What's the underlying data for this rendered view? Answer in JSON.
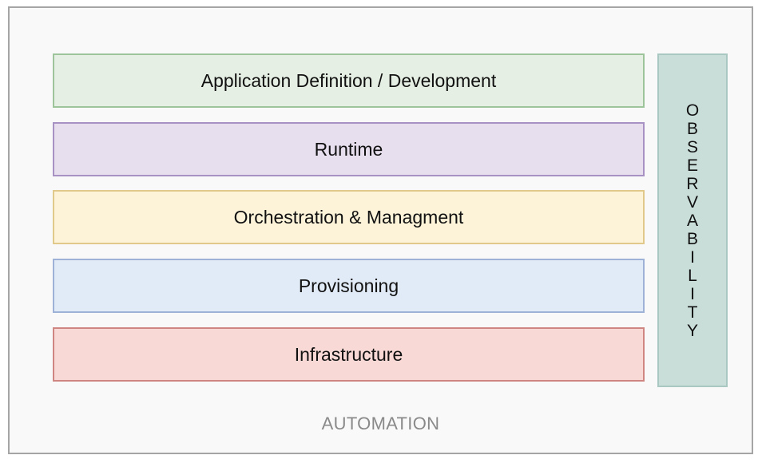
{
  "layers": [
    {
      "label": "Application Definition / Development",
      "fill": "#e6efe3",
      "stroke": "#9dc49a"
    },
    {
      "label": "Runtime",
      "fill": "#e8dfee",
      "stroke": "#a892c4"
    },
    {
      "label": "Orchestration & Managment",
      "fill": "#fdf3d9",
      "stroke": "#e0c98a"
    },
    {
      "label": "Provisioning",
      "fill": "#e1ebf7",
      "stroke": "#9db2d6"
    },
    {
      "label": "Infrastructure",
      "fill": "#f8d9d6",
      "stroke": "#cf8682"
    }
  ],
  "observability": {
    "letters": [
      "O",
      "B",
      "S",
      "E",
      "R",
      "V",
      "A",
      "B",
      "I",
      "L",
      "I",
      "T",
      "Y"
    ],
    "fill": "#c9ded9",
    "stroke": "#a9c8c1"
  },
  "footer": {
    "label": "AUTOMATION"
  },
  "colors": {
    "frame_border": "#a5a5a5",
    "frame_fill": "#f9f9f9"
  }
}
